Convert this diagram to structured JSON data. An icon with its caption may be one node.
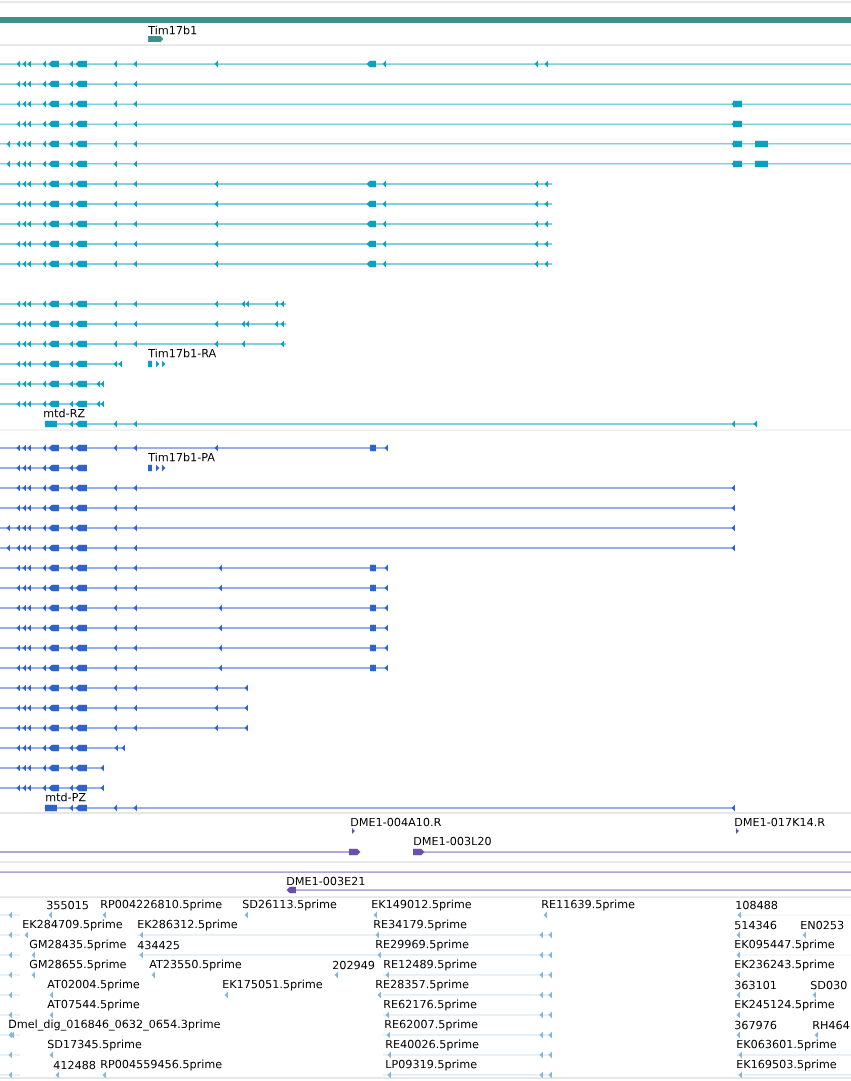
{
  "diagram": {
    "labels": [
      "Tim17b1",
      "Tim17b1-RA",
      "mtd-RZ",
      "Tim17b1-PA",
      "mtd-PZ",
      "DME1-004A10.R",
      "DME1-017K14.R",
      "DME1-003L20",
      "DME1-003E21",
      "355015",
      "RP004226810.5prime",
      "SD26113.5prime",
      "EK149012.5prime",
      "RE11639.5prime",
      "108488",
      "EK284709.5prime",
      "EK286312.5prime",
      "RE34179.5prime",
      "514346",
      "EN0253",
      "GM28435.5prime",
      "434425",
      "RE29969.5prime",
      "EK095447.5prime",
      "GM28655.5prime",
      "AT23550.5prime",
      "202949",
      "RE12489.5prime",
      "EK236243.5prime",
      "AT02004.5prime",
      "EK175051.5prime",
      "RE28357.5prime",
      "363101",
      "SD030",
      "AT07544.5prime",
      "RE62176.5prime",
      "EK245124.5prime",
      "Dmel_dig_016846_0632_0654.3prime",
      "RE62007.5prime",
      "367976",
      "RH464",
      "SD17345.5prime",
      "RE40026.5prime",
      "EK063601.5prime",
      "412488",
      "RP004559456.5prime",
      "LP09319.5prime",
      "EK169503.5prime"
    ]
  }
}
